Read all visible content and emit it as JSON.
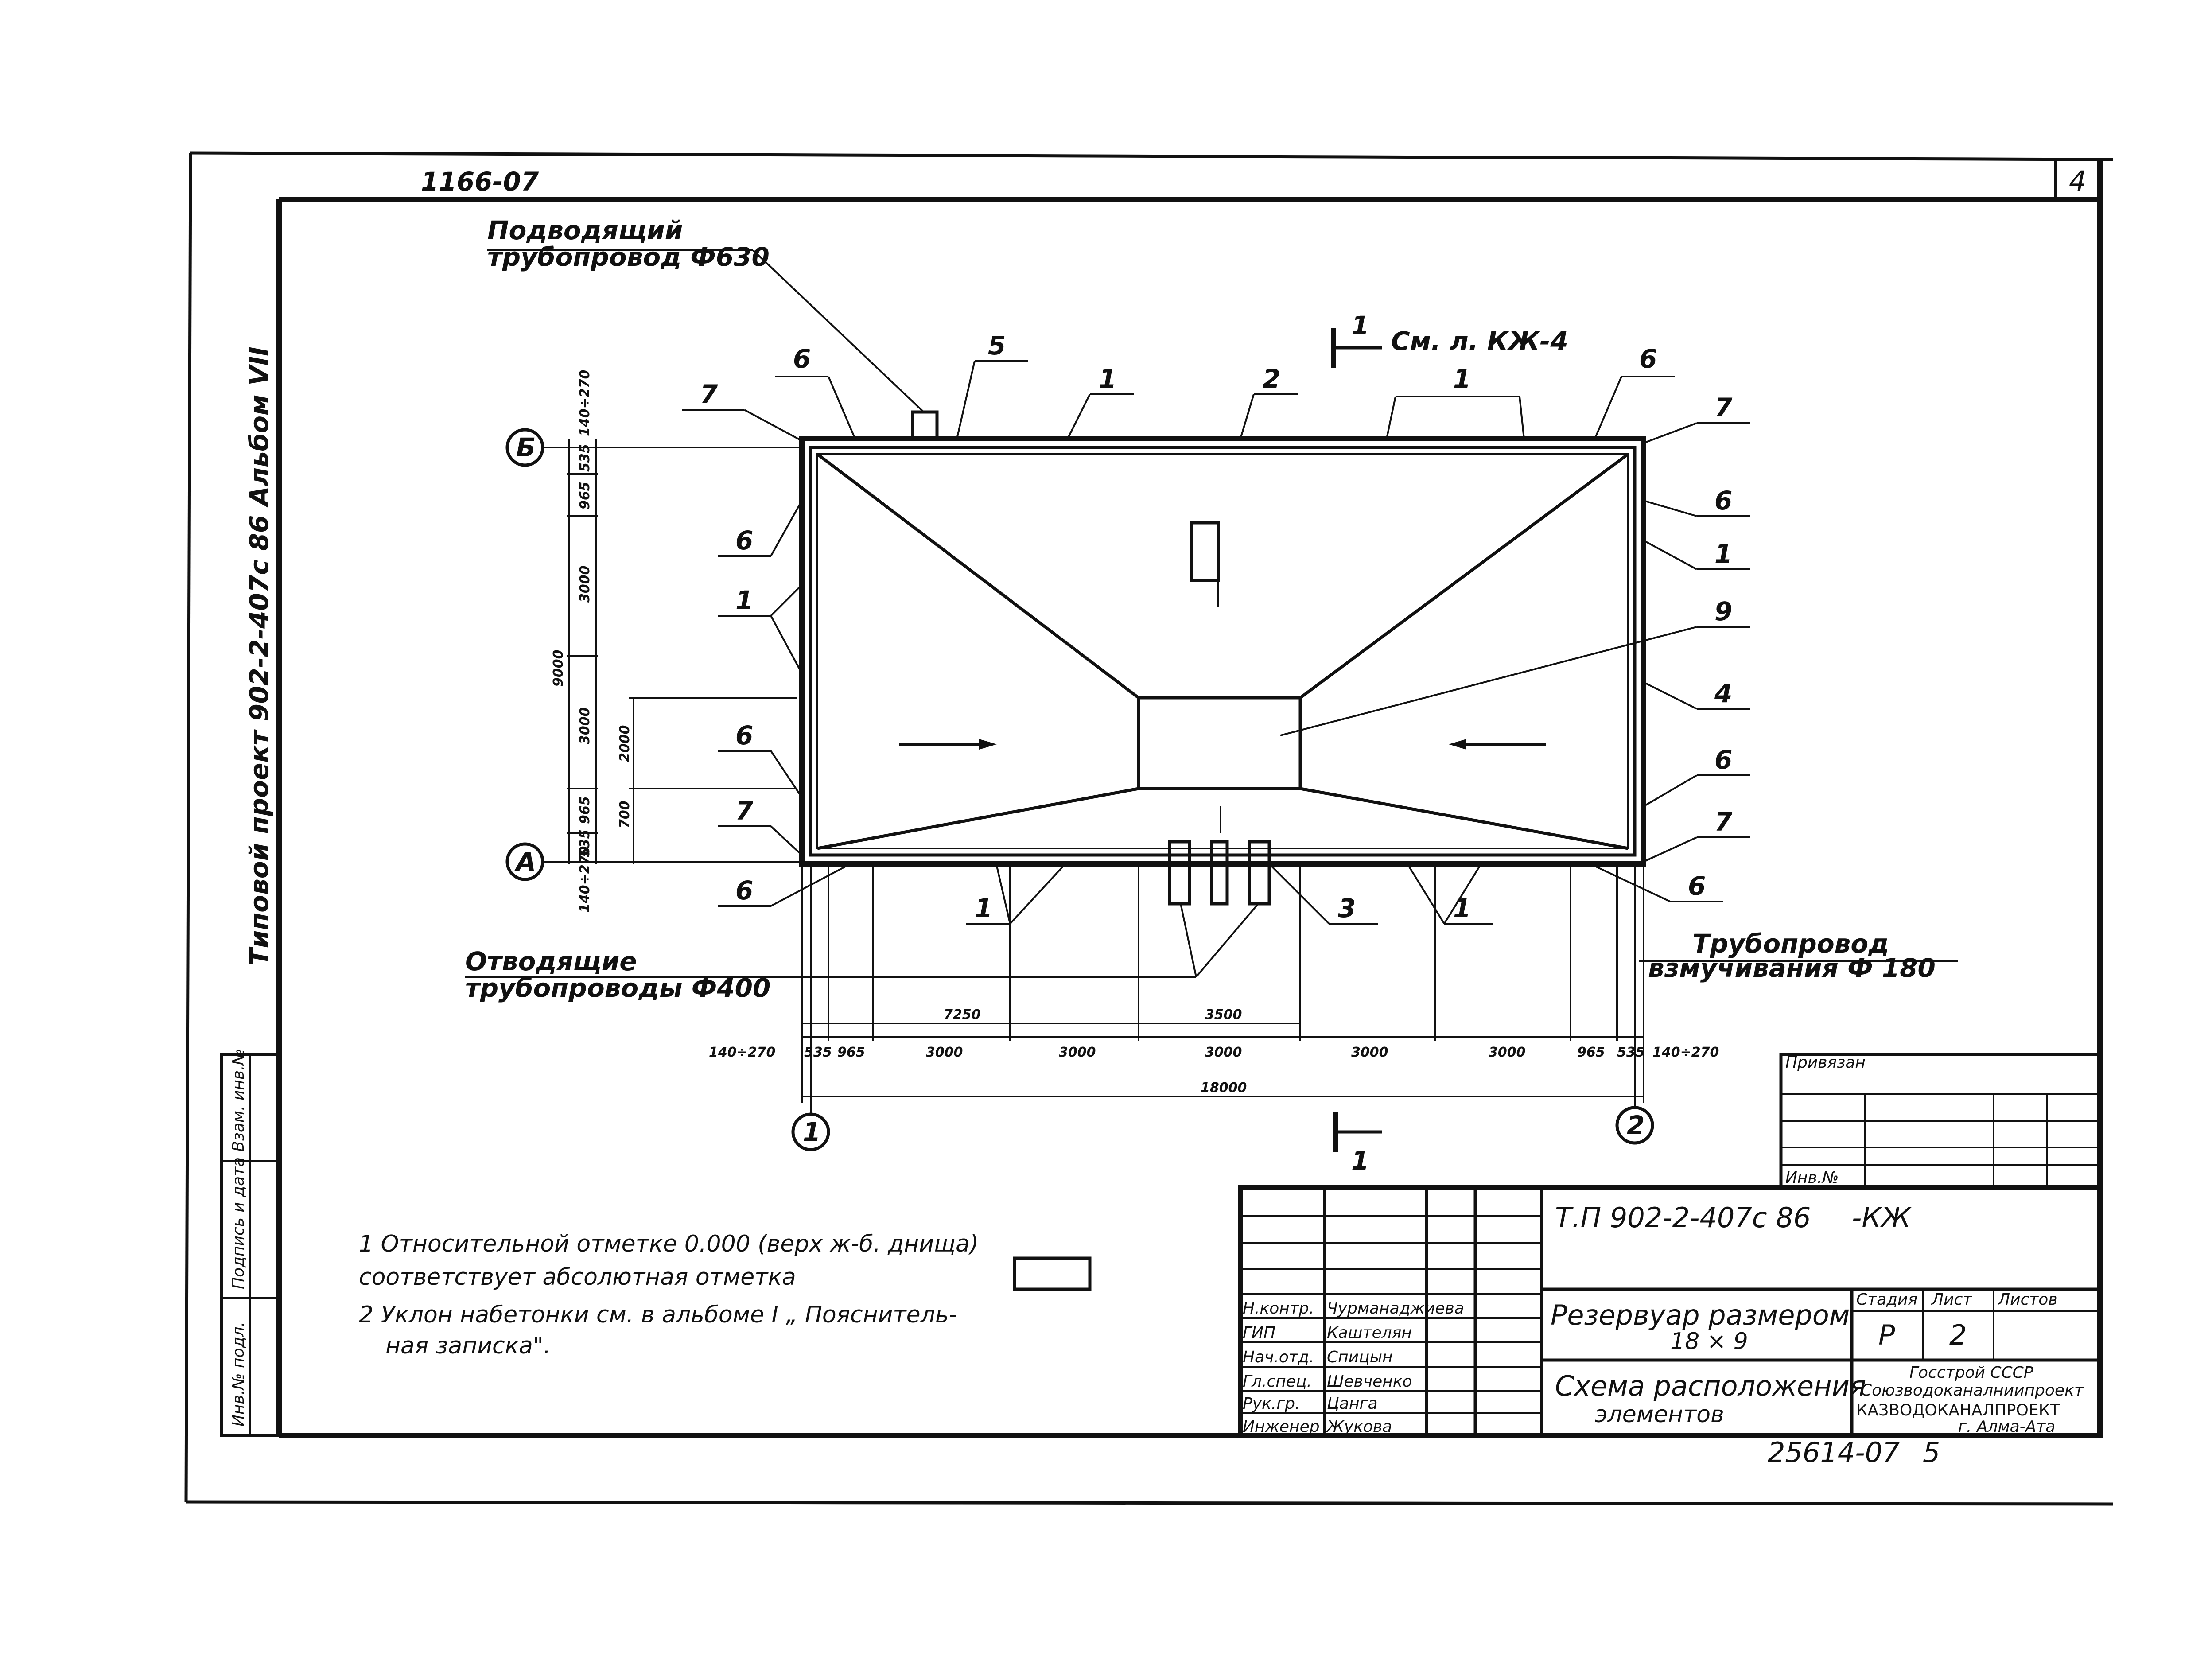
{
  "sheet": {
    "sheet_number": "4",
    "top_code": "1166-07",
    "side_text": "Типовой   проект       902-2-407с 86  Альбом VII",
    "bottom_code": "25614-07",
    "bottom_format": "5"
  },
  "labels": {
    "inlet_pipe": [
      "Подводящий",
      "трубопровод  Ф630"
    ],
    "outlet_pipes": [
      "Отводящие",
      "трубопроводы  Ф400"
    ],
    "agitation_pipe": [
      "Трубопровод",
      "взмучивания Ф 180"
    ],
    "section_ref": "1",
    "section_ref_note": "См. л. КЖ-4",
    "section_bottom": "1"
  },
  "axes": {
    "row_top": "Б",
    "row_bottom": "А",
    "col_left": "1",
    "col_right": "2"
  },
  "callouts": {
    "c1": "1",
    "c2": "2",
    "c3": "3",
    "c4": "4",
    "c5": "5",
    "c6": "6",
    "c7": "7",
    "c9": "9"
  },
  "dims_left": {
    "total": "9000",
    "d140_top": "140÷270",
    "d535_top": "535",
    "d965_top": "965",
    "d3000_a": "3000",
    "d3000_b": "3000",
    "d965_bot": "965",
    "d535_bot": "535",
    "d140_bot": "140÷270",
    "d2000": "2000",
    "d700": "700"
  },
  "dims_bottom": {
    "total": "18000",
    "d140_l": "140÷270",
    "d535_l": "535",
    "d965_l": "965",
    "s1": "3000",
    "s2": "3000",
    "s3": "3000",
    "s4": "3000",
    "s5": "3000",
    "d965_r": "965",
    "d535_r": "535",
    "d140_r": "140÷270",
    "d7250": "7250",
    "d3500": "3500"
  },
  "notes": {
    "n1_a": "1 Относительной  отметке  0.000  (верх  ж-б. днища)",
    "n1_b": "соответствует   абсолютная   отметка",
    "n2_a": "2 Уклон  набетонки    см.  в  альбоме  I  „ Пояснитель-",
    "n2_b": "ная   записка\"."
  },
  "stamp": {
    "privyazan": "Привязан",
    "inv": "Инв.№",
    "doc_code": "Т.П  902-2-407с 86",
    "doc_mark": "-КЖ",
    "title1": "Резервуар  размером",
    "title1b": "18 × 9",
    "title2": "Схема  расположения",
    "title2b": "элементов",
    "stage_h": "Стадия",
    "sheet_h": "Лист",
    "sheets_h": "Листов",
    "stage": "Р",
    "sheet": "2",
    "org1": "Госстрой СССР",
    "org2": "Союзводоканалниипроект",
    "org3": "КАЗВОДОКАНАЛПРОЕКТ",
    "org4": "г. Алма-Ата",
    "roles": [
      "Н.контр.",
      "ГИП",
      "Нач.отд.",
      "Гл.спец.",
      "Рук.гр.",
      "Инженер"
    ],
    "names": [
      "Чурманаджиева",
      "Каштелян",
      "Спицын",
      "Шевченко",
      "Цанга",
      "Жукова"
    ],
    "left_strip": [
      "Взам. инв.№",
      "Подпись и дата",
      "Инв.№ подл."
    ]
  }
}
